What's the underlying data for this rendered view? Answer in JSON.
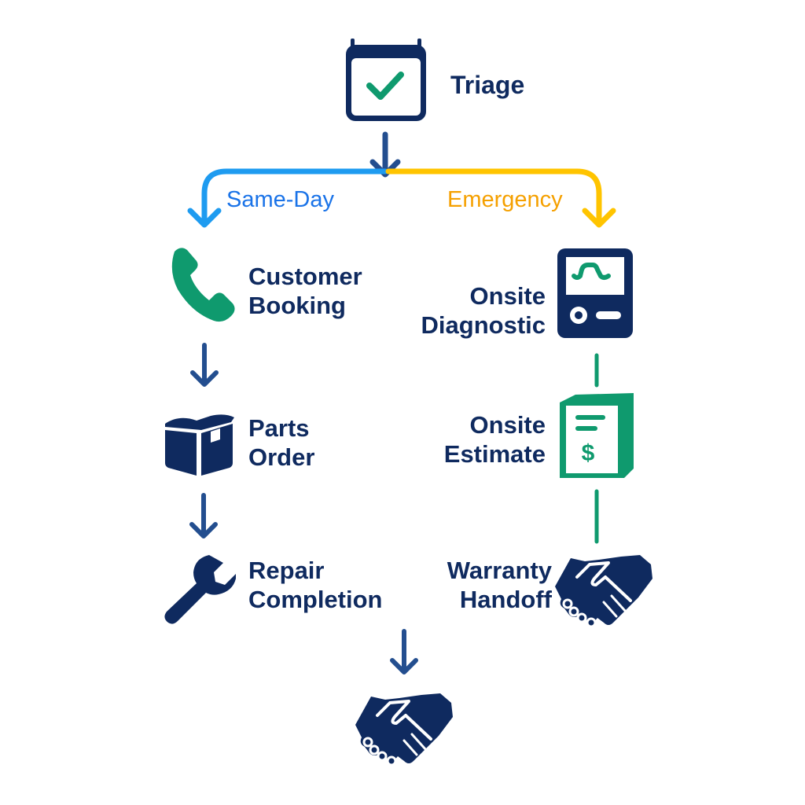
{
  "colors": {
    "navy": "#0f2a5f",
    "arrow_blue": "#234e8f",
    "green": "#0f9a6e",
    "sameday_blue": "#1e9bf0",
    "sameday_text": "#1a73e8",
    "emergency_yellow": "#ffc400",
    "emergency_text": "#f5a000"
  },
  "start": {
    "label": "Triage",
    "icon": "calendar-check-icon"
  },
  "branches": {
    "left": {
      "label": "Same-Day"
    },
    "right": {
      "label": "Emergency"
    }
  },
  "left_steps": [
    {
      "line1": "Customer",
      "line2": "Booking",
      "icon": "phone-icon"
    },
    {
      "line1": "Parts",
      "line2": "Order",
      "icon": "box-icon"
    },
    {
      "line1": "Repair",
      "line2": "Completion",
      "icon": "wrench-icon"
    }
  ],
  "right_steps": [
    {
      "line1": "Onsite",
      "line2": "Diagnostic",
      "icon": "diagnostic-device-icon"
    },
    {
      "line1": "Onsite",
      "line2": "Estimate",
      "icon": "invoice-dollar-icon"
    },
    {
      "line1": "Warranty",
      "line2": "Handoff",
      "icon": "handshake-icon"
    }
  ],
  "end": {
    "icon": "handshake-icon"
  }
}
